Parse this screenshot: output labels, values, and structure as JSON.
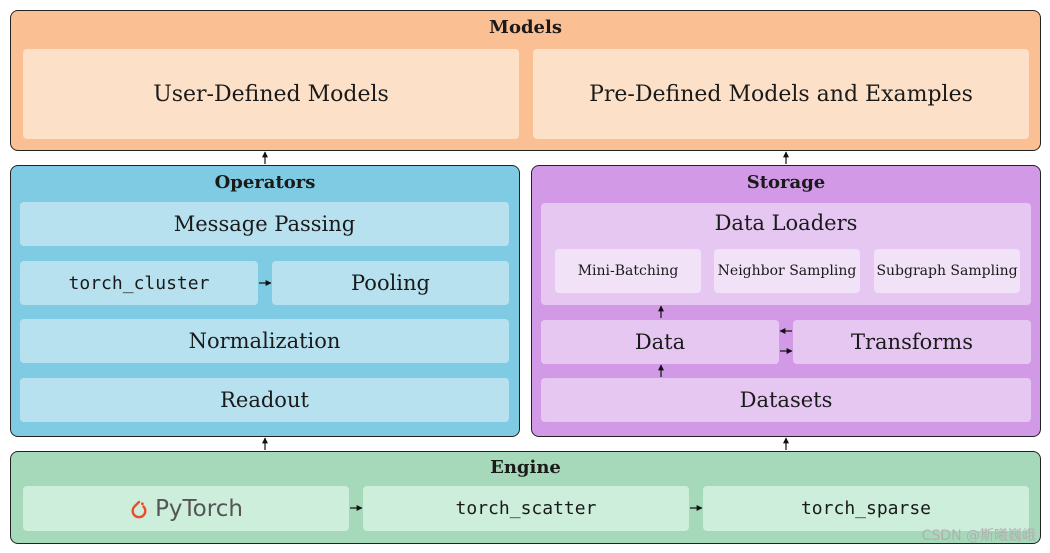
{
  "models": {
    "title": "Models",
    "user_defined": "User-Defined Models",
    "pre_defined": "Pre-Defined Models and Examples"
  },
  "operators": {
    "title": "Operators",
    "message_passing": "Message Passing",
    "torch_cluster": "torch_cluster",
    "pooling": "Pooling",
    "normalization": "Normalization",
    "readout": "Readout"
  },
  "storage": {
    "title": "Storage",
    "data_loaders": "Data Loaders",
    "mini_batching": "Mini-Batching",
    "neighbor_sampling": "Neighbor Sampling",
    "subgraph_sampling": "Subgraph Sampling",
    "data": "Data",
    "transforms": "Transforms",
    "datasets": "Datasets"
  },
  "engine": {
    "title": "Engine",
    "pytorch": "PyTorch",
    "torch_scatter": "torch_scatter",
    "torch_sparse": "torch_sparse"
  },
  "watermark": "CSDN @斯曦巍峨",
  "colors": {
    "models_bg": "#fbbf94",
    "models_box": "#fde0c8",
    "operators_bg": "#7fcbe3",
    "operators_box": "#b8e1f0",
    "storage_bg": "#d29ae6",
    "storage_box": "#e6c7f2",
    "storage_inner": "#f1e2f8",
    "engine_bg": "#a6d9b9",
    "engine_box": "#cceedb",
    "pytorch_logo": "#ee4c2c"
  }
}
